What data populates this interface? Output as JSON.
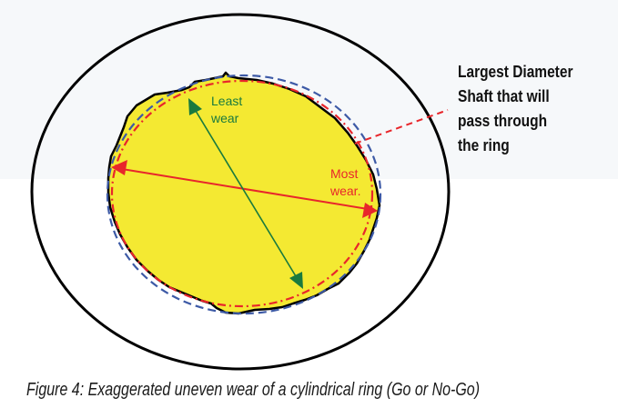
{
  "figure": {
    "caption": "Figure 4: Exaggerated uneven wear of a cylindrical ring (Go or No-Go)",
    "annotation": {
      "lines": [
        "Largest Diameter",
        "Shaft that will",
        "pass through",
        "the ring"
      ]
    },
    "labels": {
      "least_wear": [
        "Least",
        "wear"
      ],
      "most_wear": [
        "Most",
        "wear."
      ]
    },
    "colors": {
      "bore_fill": "#f4e932",
      "outer_ring": "#000000",
      "largest_shaft_circle": "#e8262b",
      "original_bore_circle": "#3d5aa6",
      "least_wear_arrow": "#1a7a3e",
      "most_wear_arrow": "#e8262b",
      "leader_line": "#e8262b"
    }
  }
}
